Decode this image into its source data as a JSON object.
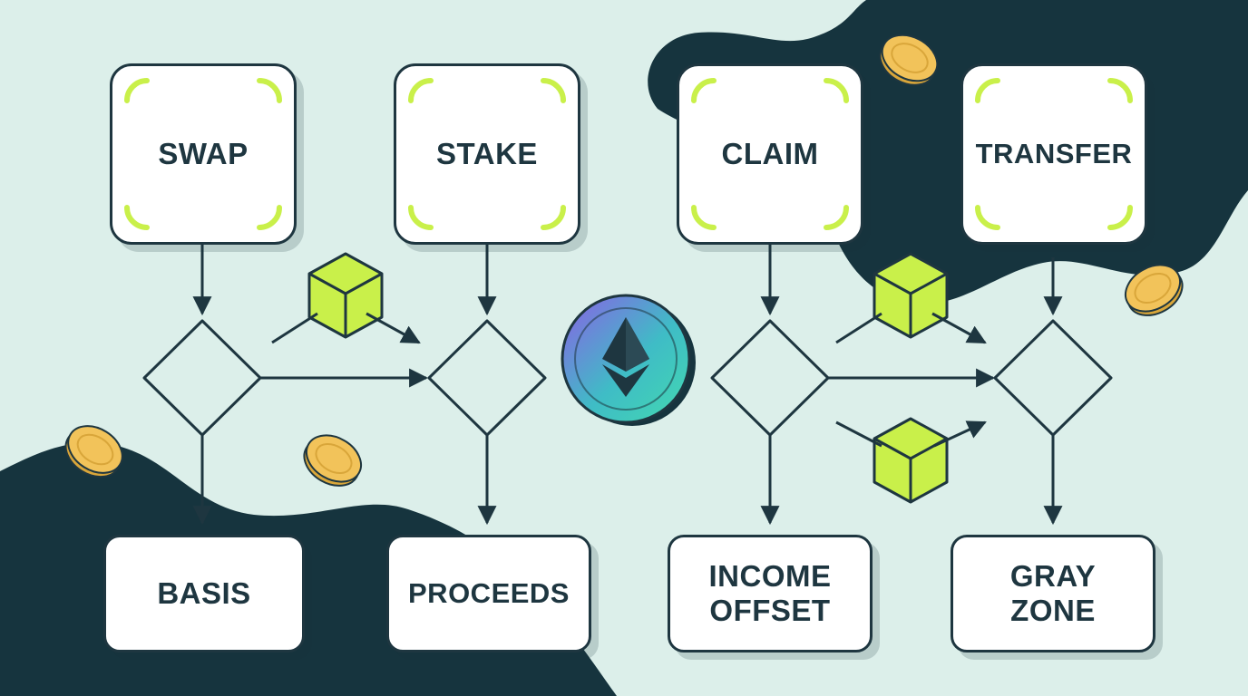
{
  "colors": {
    "background": "#dcefea",
    "dark_blob": "#16343e",
    "line": "#1e3640",
    "accent_lime": "#c9f04a",
    "coin": "#f2c35a",
    "eth_gradient": [
      "#8c5fe6",
      "#3fbcc6",
      "#43d9b0"
    ]
  },
  "actions": [
    {
      "id": "swap",
      "label": "SWAP"
    },
    {
      "id": "stake",
      "label": "STAKE"
    },
    {
      "id": "claim",
      "label": "CLAIM"
    },
    {
      "id": "transfer",
      "label": "TRANSFER"
    }
  ],
  "outcomes": [
    {
      "id": "basis",
      "lines": [
        "BASIS"
      ]
    },
    {
      "id": "proceeds",
      "lines": [
        "PROCEEDS"
      ]
    },
    {
      "id": "income-offset",
      "lines": [
        "INCOME",
        "OFFSET"
      ]
    },
    {
      "id": "gray-zone",
      "lines": [
        "GRAY",
        "ZONE"
      ]
    }
  ],
  "decisions": [
    {
      "id": "swap-decision"
    },
    {
      "id": "stake-decision"
    },
    {
      "id": "claim-decision"
    },
    {
      "id": "transfer-decision"
    }
  ],
  "icons": {
    "center": "ethereum-coin-icon",
    "blocks": [
      "cube-icon",
      "cube-icon",
      "cube-icon"
    ],
    "coins": [
      "coin-icon",
      "coin-icon",
      "coin-icon",
      "coin-icon",
      "coin-icon"
    ]
  }
}
